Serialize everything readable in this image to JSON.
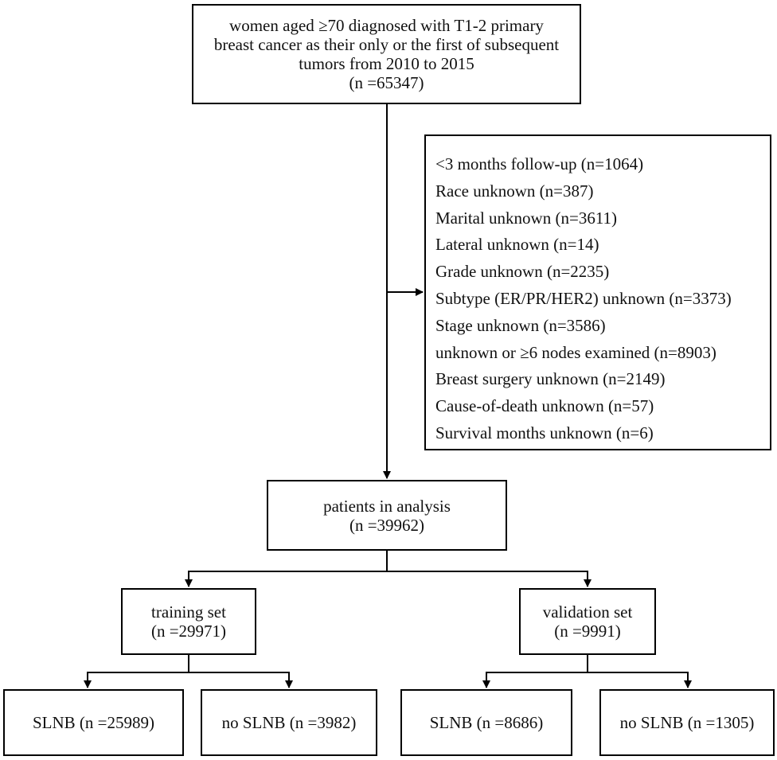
{
  "nodes": {
    "initial": {
      "lines": [
        "women aged ≥70 diagnosed with T1-2 primary",
        "breast cancer as their only or the first of subsequent",
        "tumors from 2010 to 2015",
        "(n =65347)"
      ]
    },
    "exclusions": {
      "lines": [
        "<3 months follow-up (n=1064)",
        "Race unknown (n=387)",
        "Marital unknown (n=3611)",
        "Lateral unknown (n=14)",
        "Grade unknown (n=2235)",
        "Subtype (ER/PR/HER2) unknown (n=3373)",
        "Stage unknown (n=3586)",
        "unknown or ≥6 nodes examined (n=8903)",
        "Breast surgery unknown (n=2149)",
        "Cause-of-death unknown (n=57)",
        "Survival months unknown (n=6)"
      ]
    },
    "analysis": {
      "lines": [
        "patients in analysis",
        "(n =39962)"
      ]
    },
    "training": {
      "lines": [
        "training set",
        "(n =29971)"
      ]
    },
    "validation": {
      "lines": [
        "validation set",
        "(n =9991)"
      ]
    },
    "train_slnb": {
      "lines": [
        "SLNB (n =25989)"
      ]
    },
    "train_no_slnb": {
      "lines": [
        "no SLNB (n =3982)"
      ]
    },
    "val_slnb": {
      "lines": [
        "SLNB (n =8686)"
      ]
    },
    "val_no_slnb": {
      "lines": [
        "no SLNB (n =1305)"
      ]
    }
  },
  "edges": [
    {
      "from": "initial",
      "to": "analysis"
    },
    {
      "from": "initial",
      "to": "exclusions"
    },
    {
      "from": "analysis",
      "to": "training"
    },
    {
      "from": "analysis",
      "to": "validation"
    },
    {
      "from": "training",
      "to": "train_slnb"
    },
    {
      "from": "training",
      "to": "train_no_slnb"
    },
    {
      "from": "validation",
      "to": "val_slnb"
    },
    {
      "from": "validation",
      "to": "val_no_slnb"
    }
  ],
  "colors": {
    "stroke": "#000000",
    "text": "#111111",
    "background": "#ffffff"
  }
}
